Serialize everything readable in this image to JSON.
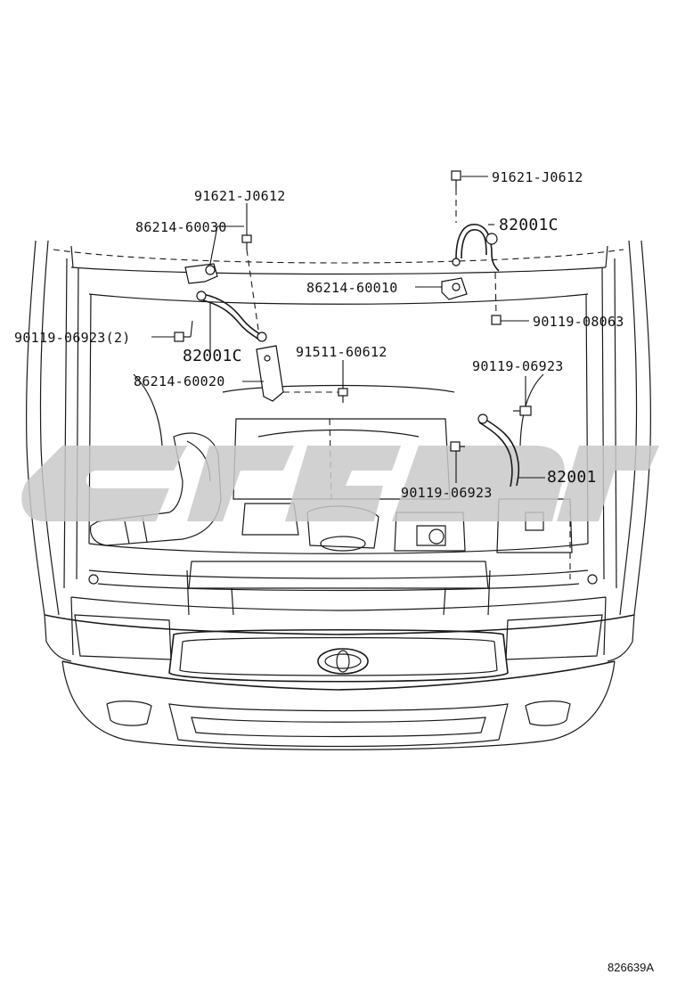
{
  "diagram": {
    "labels": {
      "bolt_top_left": "91621-J0612",
      "sensor_left_upper": "86214-60030",
      "bolt_left": "90119-06923(2)",
      "harness_left": "82001C",
      "bracket_left": "86214-60020",
      "bolt_center": "91511-60612",
      "bolt_top_right": "91621-J0612",
      "harness_right_top": "82001C",
      "sensor_right": "86214-60010",
      "bolt_right": "90119-08063",
      "bolt_right_lower": "90119-06923",
      "harness_right_lower": "82001",
      "bolt_center_lower": "90119-06923"
    },
    "reference_code": "826639A",
    "icons": {
      "emblem": "toyota-emblem-icon",
      "watermark": "watermark-logo-icon"
    }
  }
}
